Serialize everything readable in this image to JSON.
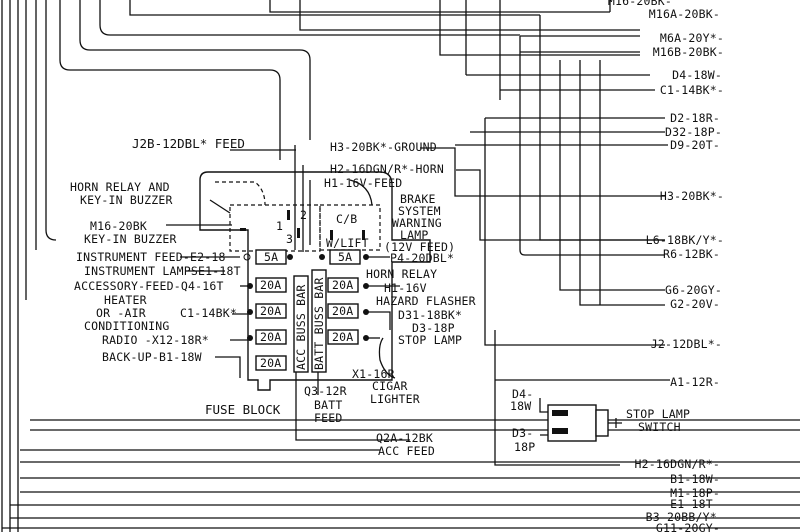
{
  "right_labels": [
    {
      "text": "M16A-20BK-"
    },
    {
      "text": "M6A-20Y*-"
    },
    {
      "text": "M16B-20BK-"
    },
    {
      "text": "D4-18W-"
    },
    {
      "text": "C1-14BK*-"
    },
    {
      "text": "D2-18R-"
    },
    {
      "text": "D32-18P-"
    },
    {
      "text": "D9-20T-"
    },
    {
      "text": "H3-20BK*-"
    },
    {
      "text": "L6-18BK/Y*-"
    },
    {
      "text": "R6-12BK-"
    },
    {
      "text": "G6-20GY-"
    },
    {
      "text": "G2-20V-"
    },
    {
      "text": "J2-12DBL*-"
    },
    {
      "text": "A1-12R-"
    },
    {
      "text": "H2-16DGN/R*-"
    },
    {
      "text": "B1-18W-"
    },
    {
      "text": "M1-18P-"
    },
    {
      "text": "E1-18T-"
    },
    {
      "text": "B3-20BB/Y*-"
    },
    {
      "text": "G11-20GY-"
    }
  ],
  "fuse_block": {
    "title": "FUSE BLOCK",
    "feed_label": "J2B-12DBL* FEED",
    "horn_relay_buzzer": [
      "HORN RELAY AND",
      "KEY-IN BUZZER"
    ],
    "m16": [
      "M16-20BK",
      "KEY-IN BUZZER"
    ],
    "instrument_feed": "INSTRUMENT FEED-E2-18",
    "instrument_lamps": "INSTRUMENT LAMPS",
    "e1": "E1-18T",
    "accessory_feed": "ACCESSORY-FEED-Q4-16T",
    "heater": [
      "HEATER",
      "OR -AIR",
      "CONDITIONING"
    ],
    "c1": "C1-14BK*",
    "radio": "RADIO -X12-18R*",
    "backup": "BACK-UP-B1-18W",
    "h3_ground": "H3-20BK*-GROUND",
    "h2_horn": "H2-16DGN/R*-HORN",
    "h1_feed": "H1-16V-FEED",
    "brake_lamp": [
      "BRAKE",
      "SYSTEM",
      "WARNING",
      "LAMP",
      "(12V FEED)"
    ],
    "cb": "C/B",
    "wlift": "W/LIFT",
    "p4": "P4-20DBL*",
    "horn_relay": "HORN RELAY",
    "h1": "H1-16V",
    "hazard": "HAZARD FLASHER",
    "d31": "D31-18BK*",
    "d3": "D3-18P",
    "stop_lamp": "STOP LAMP",
    "x1": "X1-16R",
    "cigar": [
      "CIGAR",
      "LIGHTER"
    ],
    "q3": [
      "Q3-12R",
      "BATT",
      "FEED"
    ],
    "q2": [
      "Q2A-12BK",
      "ACC FEED"
    ],
    "acc_buss": "ACC BUSS BAR",
    "batt_buss": "BATT BUSS BAR",
    "relay_nums": [
      "1",
      "2",
      "3"
    ],
    "fuses_left": [
      "5A",
      "20A",
      "20A",
      "20A",
      "20A"
    ],
    "fuses_right": [
      "5A",
      "20A",
      "20A",
      "20A"
    ]
  },
  "switch": {
    "d4": [
      "D4-",
      "18W"
    ],
    "d3": [
      "D3-",
      "18P"
    ],
    "label": [
      "STOP LAMP",
      "SWITCH"
    ]
  }
}
